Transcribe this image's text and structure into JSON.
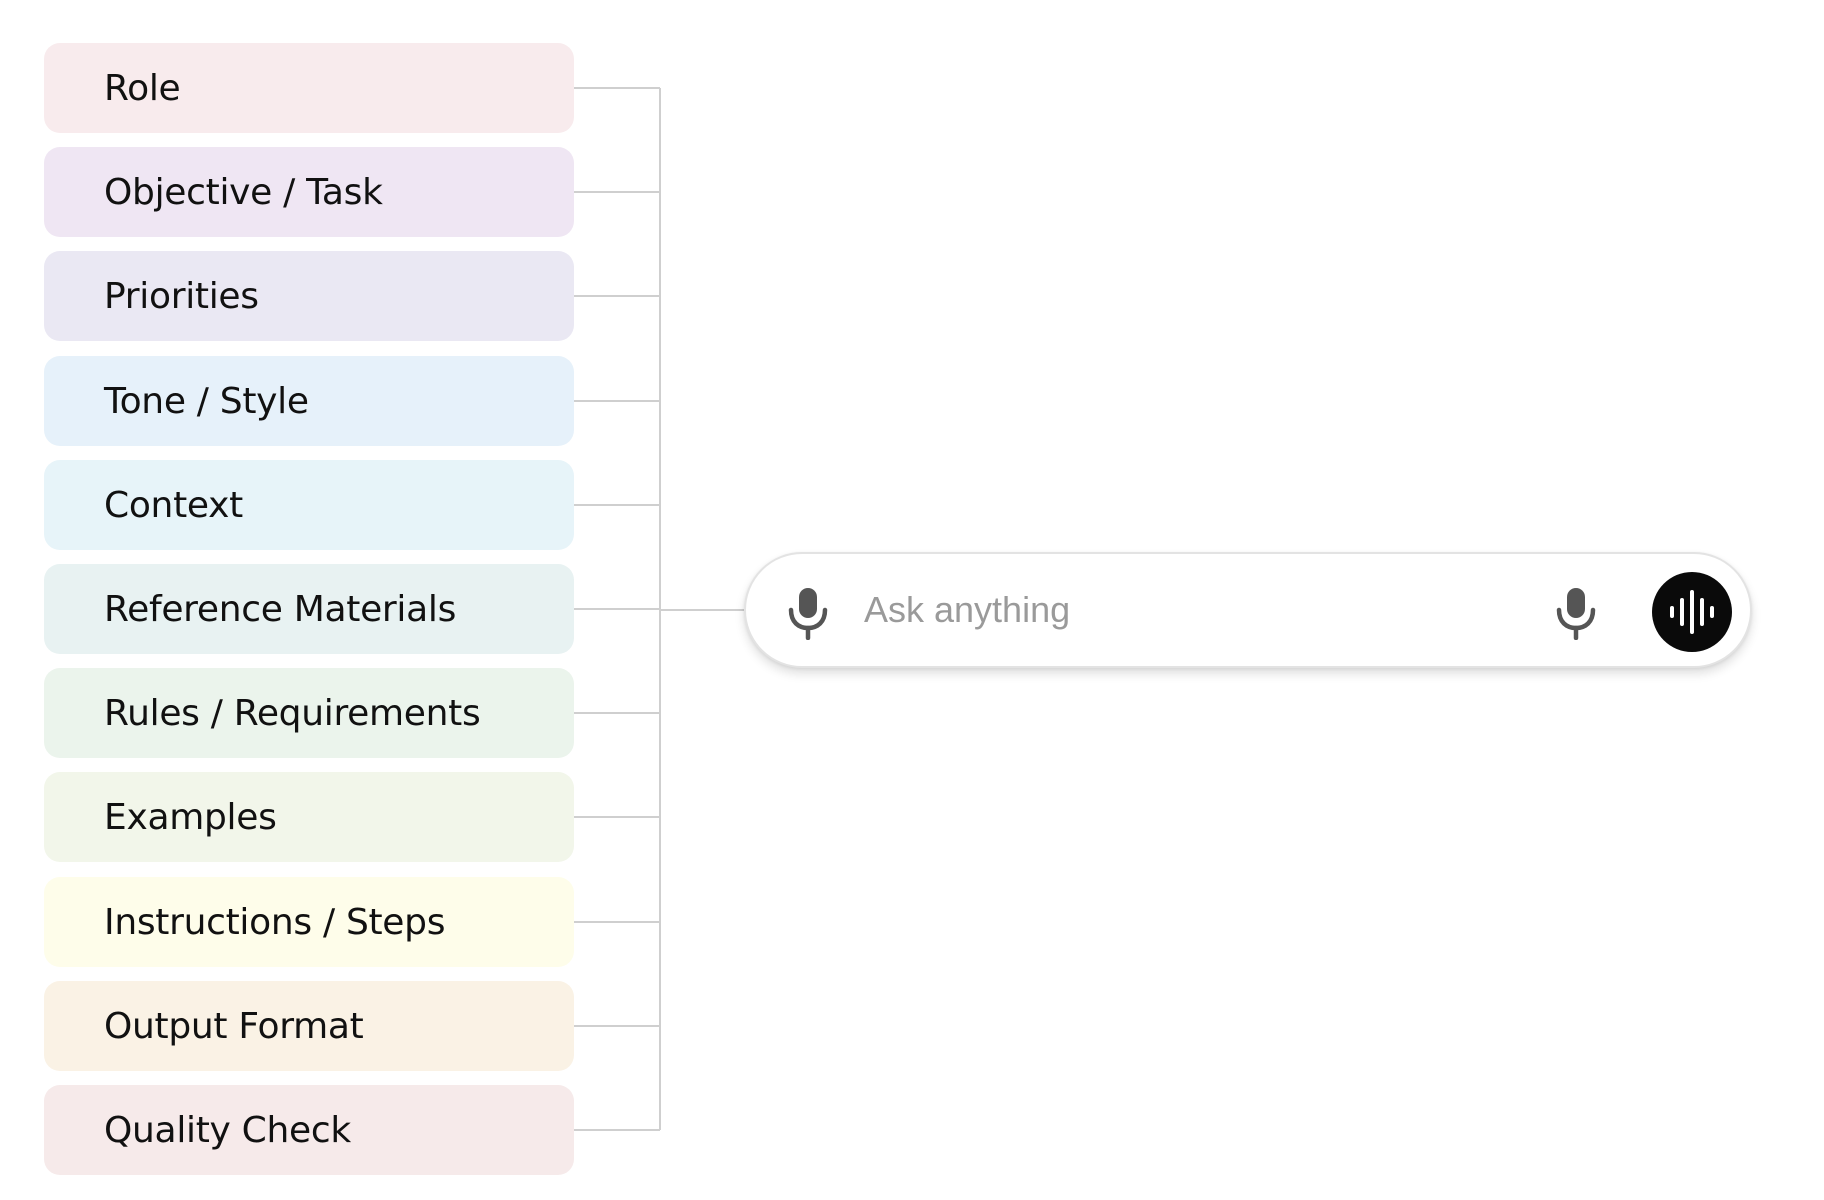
{
  "components": [
    {
      "label": "Role",
      "color": "#f8ebed"
    },
    {
      "label": "Objective / Task",
      "color": "#efe6f3"
    },
    {
      "label": "Priorities",
      "color": "#eae8f3"
    },
    {
      "label": "Tone / Style",
      "color": "#e6f1fa"
    },
    {
      "label": "Context",
      "color": "#e7f4f9"
    },
    {
      "label": "Reference Materials",
      "color": "#e8f2f2"
    },
    {
      "label": "Rules / Requirements",
      "color": "#ebf4ec"
    },
    {
      "label": "Examples",
      "color": "#f2f6ea"
    },
    {
      "label": "Instructions / Steps",
      "color": "#fefdea"
    },
    {
      "label": "Output Format",
      "color": "#faf2e5"
    },
    {
      "label": "Quality Check",
      "color": "#f6eaea"
    }
  ],
  "prompt_bar": {
    "placeholder": "Ask anything",
    "left_icon": "microphone-icon",
    "right_icon": "microphone-icon",
    "voice_button_icon": "voice-waveform-icon"
  },
  "colors": {
    "connector": "#cfcfcf",
    "label_text": "#111111",
    "placeholder_text": "#9a9a9a",
    "voice_button": "#0a0a0a"
  }
}
